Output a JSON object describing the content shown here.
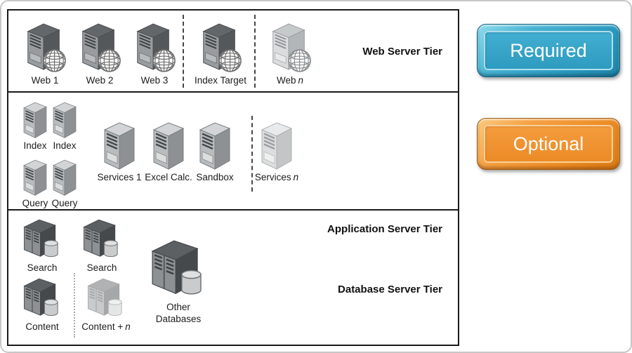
{
  "diagram": {
    "web_tier": {
      "title": "Web Server Tier",
      "servers": [
        {
          "label": "Web 1"
        },
        {
          "label": "Web 2"
        },
        {
          "label": "Web 3"
        },
        {
          "label": "Index Target"
        },
        {
          "label": "Web",
          "suffix": "n"
        }
      ]
    },
    "app_tier": {
      "title": "Application Server Tier",
      "small_servers": [
        {
          "label": "Index"
        },
        {
          "label": "Index"
        },
        {
          "label": "Query"
        },
        {
          "label": "Query"
        }
      ],
      "servers": [
        {
          "label": "Services 1"
        },
        {
          "label": "Excel Calc."
        },
        {
          "label": "Sandbox"
        },
        {
          "label": "Services",
          "suffix": "n"
        }
      ]
    },
    "db_tier": {
      "title": "Database Server Tier",
      "servers": [
        {
          "label": "Search"
        },
        {
          "label": "Search"
        },
        {
          "label": "Content"
        },
        {
          "label": "Content +",
          "suffix": "n"
        },
        {
          "label": "Other Databases"
        }
      ]
    }
  },
  "legend": {
    "required": {
      "label": "Required",
      "color": "#2f9fc4"
    },
    "optional": {
      "label": "Optional",
      "color": "#ee8d28"
    }
  }
}
